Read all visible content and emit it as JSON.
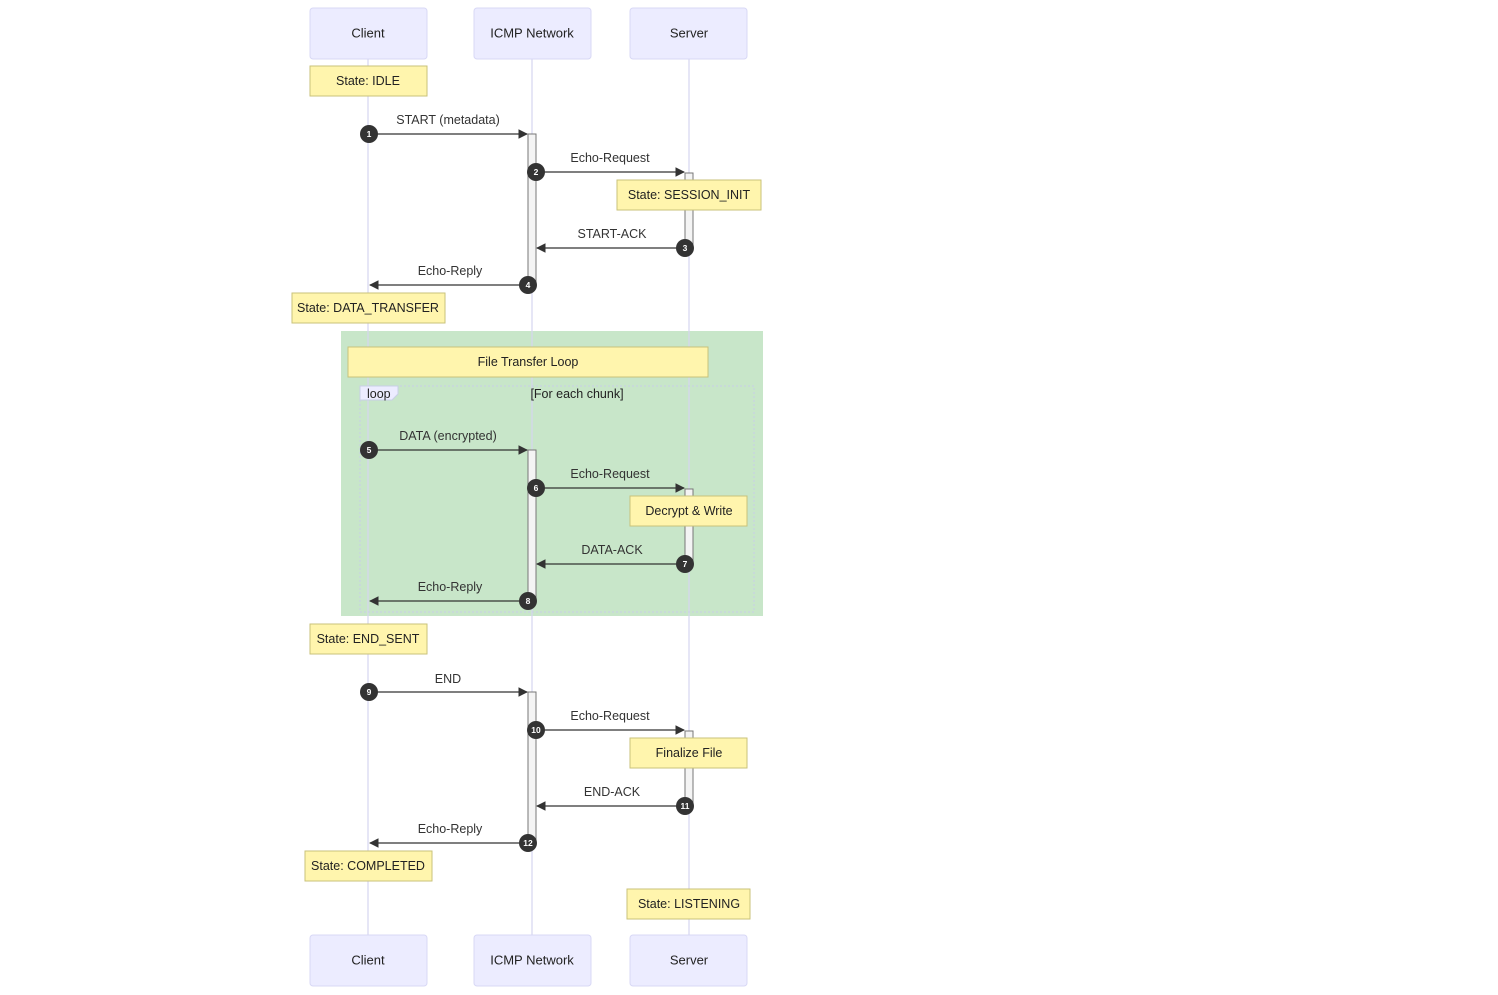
{
  "actors": [
    {
      "id": "client",
      "label": "Client"
    },
    {
      "id": "network",
      "label": "ICMP Network"
    },
    {
      "id": "server",
      "label": "Server"
    }
  ],
  "messages": [
    {
      "num": "1",
      "from": "client",
      "to": "network",
      "label": "START (metadata)"
    },
    {
      "num": "2",
      "from": "network",
      "to": "server",
      "label": "Echo-Request"
    },
    {
      "num": "3",
      "from": "server",
      "to": "network",
      "label": "START-ACK"
    },
    {
      "num": "4",
      "from": "network",
      "to": "client",
      "label": "Echo-Reply"
    },
    {
      "num": "5",
      "from": "client",
      "to": "network",
      "label": "DATA (encrypted)"
    },
    {
      "num": "6",
      "from": "network",
      "to": "server",
      "label": "Echo-Request"
    },
    {
      "num": "7",
      "from": "server",
      "to": "network",
      "label": "DATA-ACK"
    },
    {
      "num": "8",
      "from": "network",
      "to": "client",
      "label": "Echo-Reply"
    },
    {
      "num": "9",
      "from": "client",
      "to": "network",
      "label": "END"
    },
    {
      "num": "10",
      "from": "network",
      "to": "server",
      "label": "Echo-Request"
    },
    {
      "num": "11",
      "from": "server",
      "to": "network",
      "label": "END-ACK"
    },
    {
      "num": "12",
      "from": "network",
      "to": "client",
      "label": "Echo-Reply"
    }
  ],
  "notes": [
    {
      "over": "client",
      "text": "State: IDLE"
    },
    {
      "over": "server",
      "text": "State: SESSION_INIT"
    },
    {
      "over": "client",
      "text": "State: DATA_TRANSFER"
    },
    {
      "over": "client-network",
      "text": "File Transfer Loop"
    },
    {
      "over": "server",
      "text": "Decrypt & Write"
    },
    {
      "over": "client",
      "text": "State: END_SENT"
    },
    {
      "over": "server",
      "text": "Finalize File"
    },
    {
      "over": "client",
      "text": "State: COMPLETED"
    },
    {
      "over": "server",
      "text": "State: LISTENING"
    }
  ],
  "loop": {
    "keyword": "loop",
    "condition": "[For each chunk]"
  },
  "colors": {
    "actor_fill": "#ececff",
    "note_fill": "#fff5ad",
    "loop_highlight": "#c8e6c9",
    "line": "#333333"
  }
}
